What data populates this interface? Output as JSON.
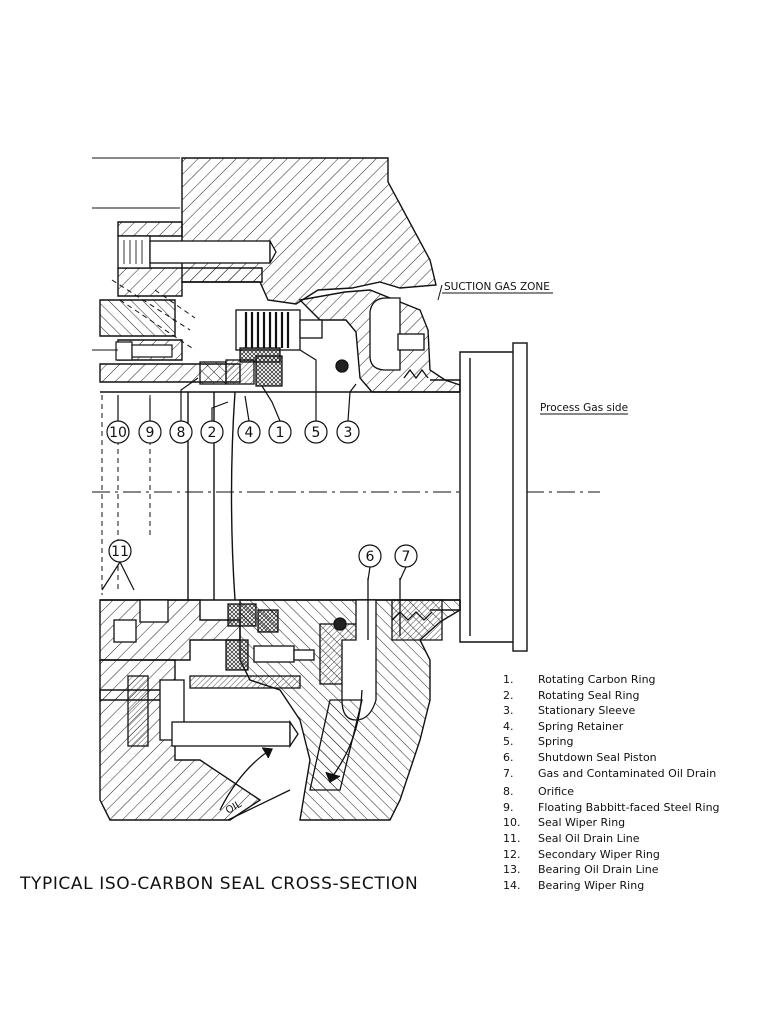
{
  "labels": {
    "suction_zone": "SUCTION GAS ZONE",
    "process_side": "Process Gas side",
    "oil": "OIL"
  },
  "callouts": {
    "top": [
      "10",
      "9",
      "8",
      "2",
      "4",
      "1",
      "5",
      "3"
    ],
    "bottom_left": "11",
    "bottom_right": [
      "6",
      "7"
    ]
  },
  "legend": [
    {
      "num": "1.",
      "text": "Rotating Carbon Ring"
    },
    {
      "num": "2.",
      "text": "Rotating Seal Ring"
    },
    {
      "num": "3.",
      "text": "Stationary Sleeve"
    },
    {
      "num": "4.",
      "text": "Spring Retainer"
    },
    {
      "num": "5.",
      "text": "Spring"
    },
    {
      "num": "6.",
      "text": "Shutdown Seal Piston"
    },
    {
      "num": "7.",
      "text": "Gas and Contaminated Oil Drain"
    },
    {
      "num": "8.",
      "text": "Orifice"
    },
    {
      "num": "9.",
      "text": "Floating Babbitt-faced Steel Ring"
    },
    {
      "num": "10.",
      "text": "Seal Wiper Ring"
    },
    {
      "num": "11.",
      "text": "Seal Oil Drain Line"
    },
    {
      "num": "12.",
      "text": "Secondary Wiper Ring"
    },
    {
      "num": "13.",
      "text": "Bearing Oil Drain Line"
    },
    {
      "num": "14.",
      "text": "Bearing Wiper Ring"
    }
  ],
  "title": "TYPICAL ISO-CARBON SEAL CROSS-SECTION"
}
